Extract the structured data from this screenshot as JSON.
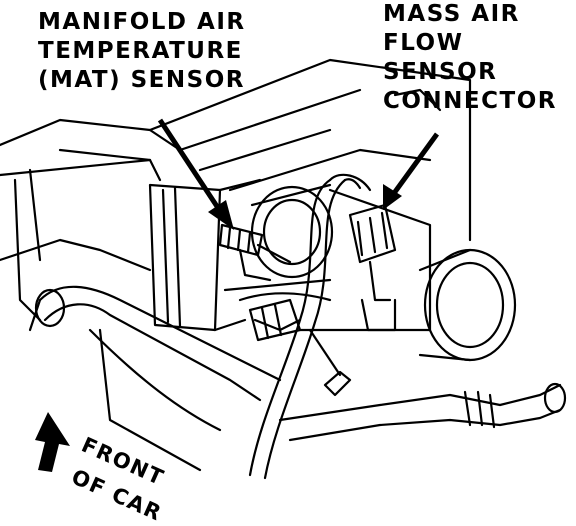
{
  "labels": {
    "mat_sensor": [
      "MANIFOLD AIR",
      "TEMPERATURE",
      "(MAT) SENSOR"
    ],
    "maf_connector": [
      "MASS AIR",
      "FLOW",
      "SENSOR",
      "CONNECTOR"
    ],
    "front_of_car": [
      "FRONT",
      "OF CAR"
    ]
  },
  "colors": {
    "ink": "#000000",
    "paper": "#ffffff"
  }
}
